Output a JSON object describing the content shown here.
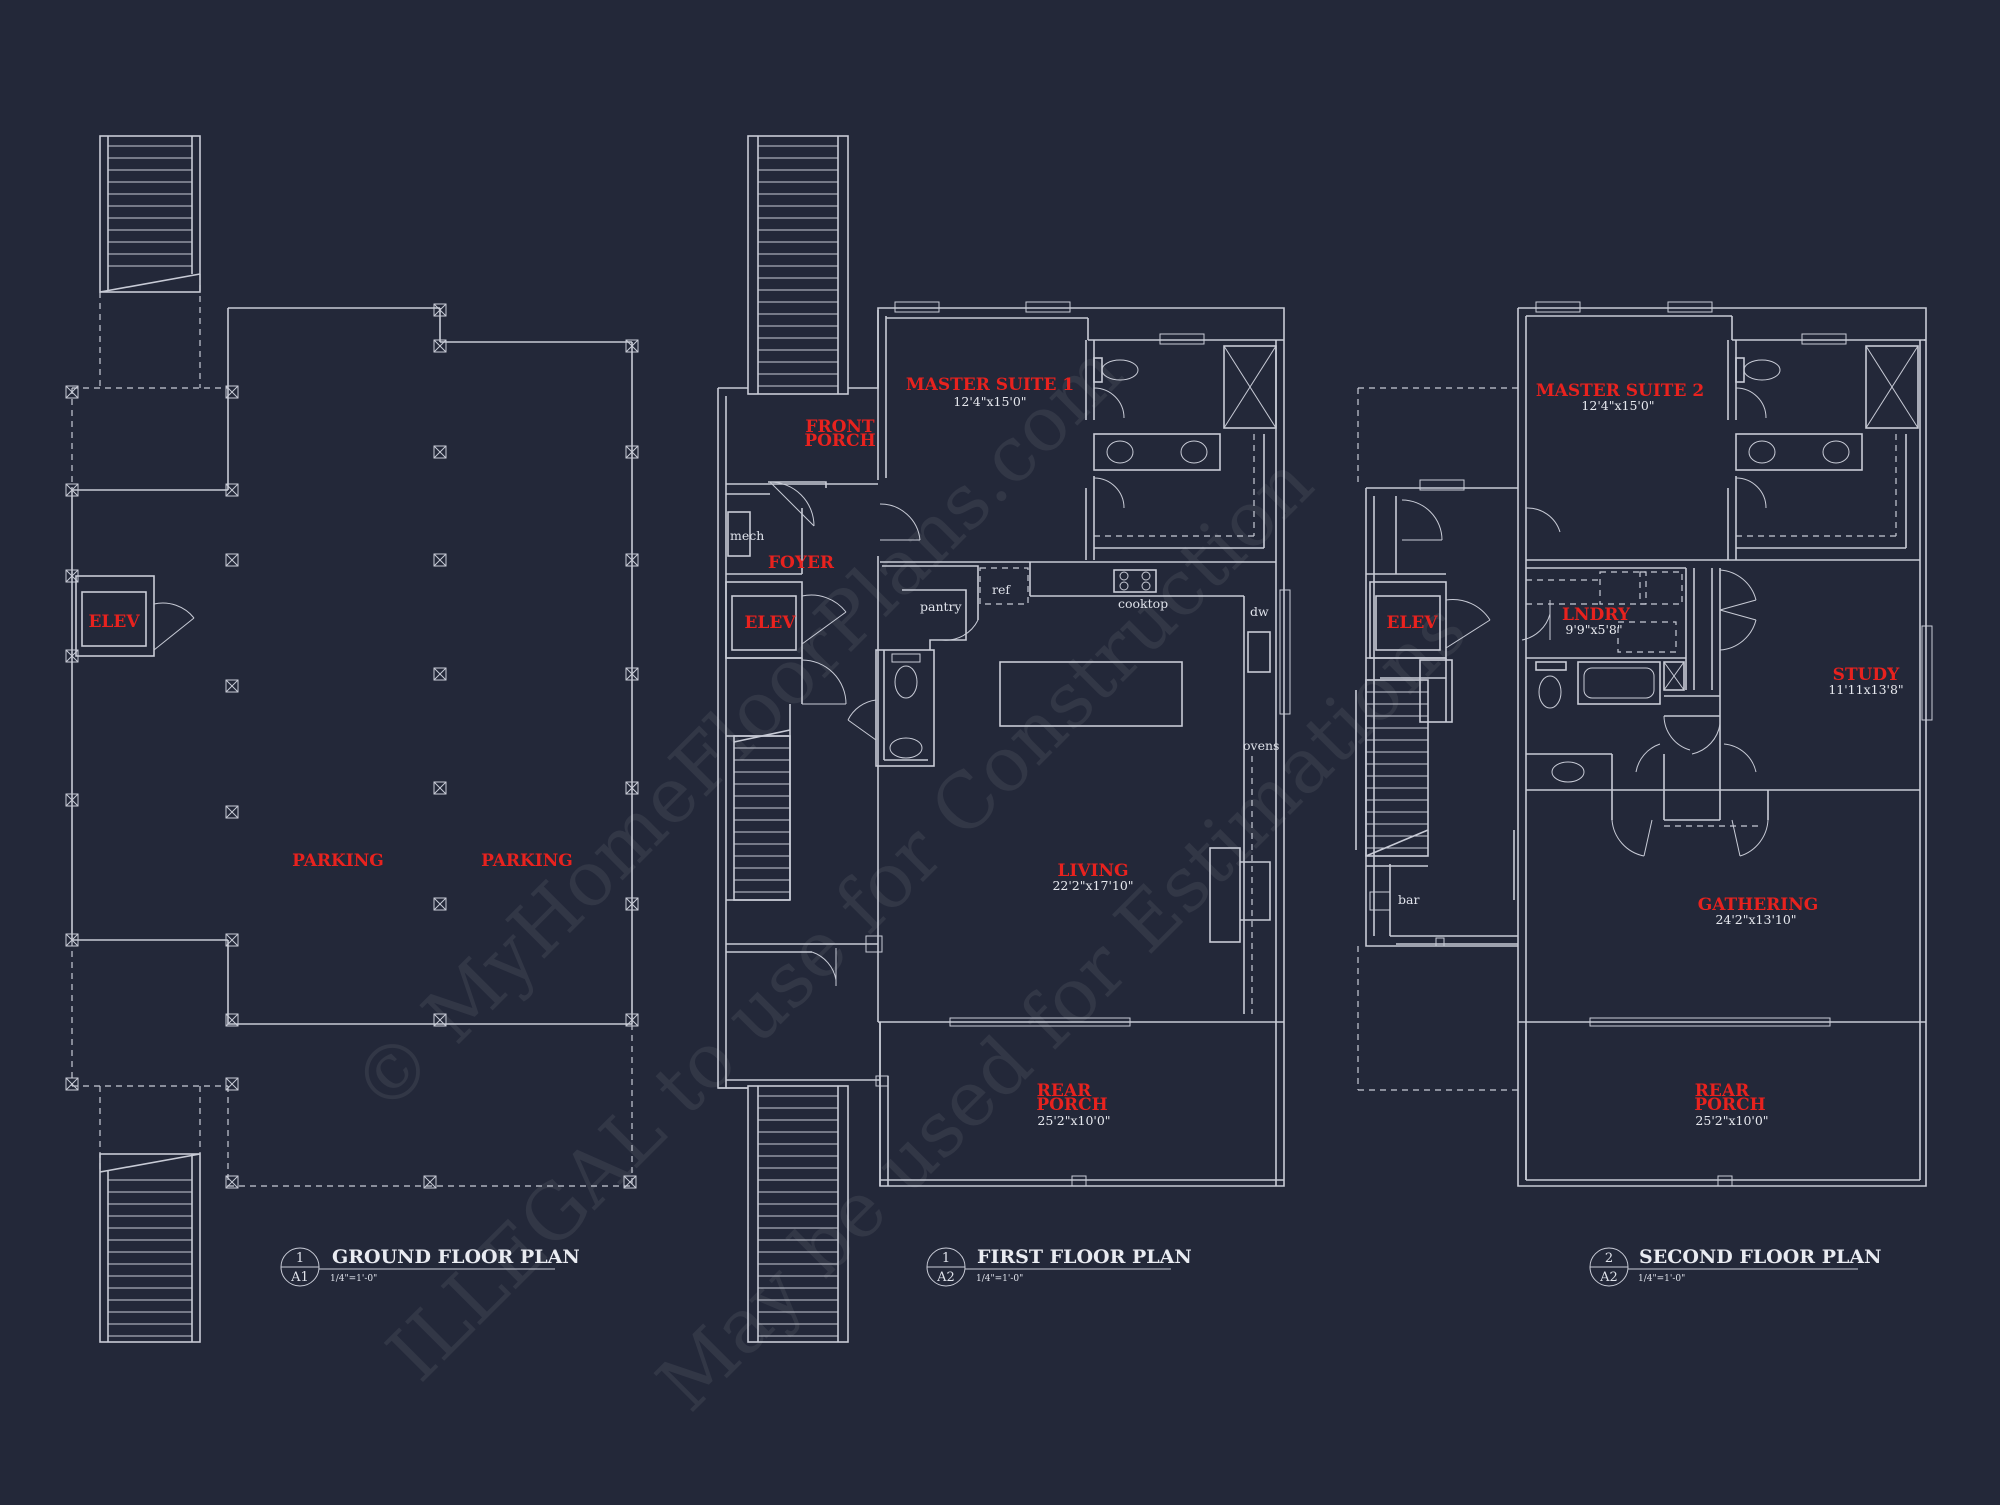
{
  "colors": {
    "background": "#232839",
    "line": "#c8cbd6",
    "room_label": "#e8221e",
    "text": "#e6e8ee"
  },
  "watermark": {
    "line1": "© MyHomeFloorPlans.com",
    "line2": "ILLEGAL to use for Construction",
    "line3": "May be used for Estimations"
  },
  "ground_floor": {
    "title": "GROUND FLOOR PLAN",
    "bubble_number": "1",
    "bubble_sheet": "A1",
    "scale": "1/4\"=1'-0\"",
    "rooms": {
      "elev": "ELEV",
      "parking_left": "PARKING",
      "parking_right": "PARKING"
    }
  },
  "first_floor": {
    "title": "FIRST FLOOR PLAN",
    "bubble_number": "1",
    "bubble_sheet": "A2",
    "scale": "1/4\"=1'-0\"",
    "rooms": {
      "master_suite": {
        "name": "MASTER SUITE 1",
        "dims": "12'4\"x15'0\""
      },
      "front_porch_1": "FRONT",
      "front_porch_2": "PORCH",
      "foyer": "FOYER",
      "elev": "ELEV",
      "living": {
        "name": "LIVING",
        "dims": "22'2\"x17'10\""
      },
      "rear_porch_1": "REAR",
      "rear_porch_2": "PORCH",
      "rear_porch_dims": "25'2\"x10'0\""
    },
    "fixtures": {
      "mech": "mech",
      "pantry": "pantry",
      "ref": "ref",
      "cooktop": "cooktop",
      "dw": "dw",
      "ovens": "ovens"
    }
  },
  "second_floor": {
    "title": "SECOND FLOOR PLAN",
    "bubble_number": "2",
    "bubble_sheet": "A2",
    "scale": "1/4\"=1'-0\"",
    "rooms": {
      "master_suite": {
        "name": "MASTER SUITE 2",
        "dims": "12'4\"x15'0\""
      },
      "elev": "ELEV",
      "laundry": {
        "name": "LNDRY",
        "dims": "9'9\"x5'8\""
      },
      "study": {
        "name": "STUDY",
        "dims": "11'11x13'8\""
      },
      "gathering": {
        "name": "GATHERING",
        "dims": "24'2\"x13'10\""
      },
      "rear_porch_1": "REAR",
      "rear_porch_2": "PORCH",
      "rear_porch_dims": "25'2\"x10'0\""
    },
    "fixtures": {
      "bar": "bar"
    }
  }
}
